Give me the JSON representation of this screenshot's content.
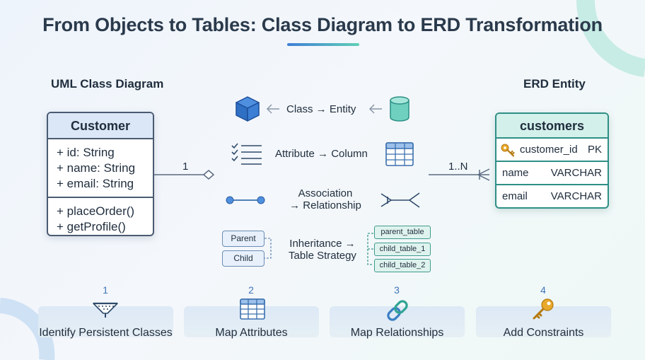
{
  "title": "From Objects to Tables: Class Diagram to ERD Transformation",
  "left_label": "UML Class Diagram",
  "right_label": "ERD Entity",
  "uml_class": {
    "name": "Customer",
    "attributes": [
      "+ id: String",
      "+ name: String",
      "+ email: String"
    ],
    "methods": [
      "+ placeOrder()",
      "+ getProfile()"
    ]
  },
  "erd_entity": {
    "name": "customers",
    "columns": [
      {
        "name": "customer_id",
        "type": "PK",
        "icon": "key-icon"
      },
      {
        "name": "name",
        "type": "VARCHAR"
      },
      {
        "name": "email",
        "type": "VARCHAR"
      }
    ]
  },
  "multiplicity": {
    "left": "1",
    "right": "1..N"
  },
  "mappings": [
    {
      "label": "Class → Entity",
      "left_icon": "cube-icon",
      "right_icon": "database-cylinder-icon"
    },
    {
      "label": "Attribute → Column",
      "left_icon": "checklist-icon",
      "right_icon": "table-grid-icon"
    },
    {
      "label_line1": "Association",
      "label_line2": "→ Relationship",
      "left_icon": "association-line-icon",
      "right_icon": "crowfoot-icon"
    },
    {
      "label_line1": "Inheritance →",
      "label_line2": "Table Strategy",
      "parent": "Parent",
      "child": "Child",
      "tables": [
        "parent_table",
        "child_table_1",
        "child_table_2"
      ]
    }
  ],
  "steps": [
    {
      "number": "1",
      "label": "Identify Persistent Classes",
      "icon": "filter-funnel-icon"
    },
    {
      "number": "2",
      "label": "Map Attributes",
      "icon": "table-grid-icon"
    },
    {
      "number": "3",
      "label": "Map Relationships",
      "icon": "chain-link-icon"
    },
    {
      "number": "4",
      "label": "Add Constraints",
      "icon": "key-icon"
    }
  ],
  "colors": {
    "uml_header": "#dbe7f7",
    "uml_border": "#4a5b72",
    "erd_header": "#d3f0ea",
    "erd_border": "#2e8f86",
    "accent_blue": "#3f7fd6",
    "accent_teal": "#5fcfb6",
    "key_gold": "#e8a92c"
  }
}
